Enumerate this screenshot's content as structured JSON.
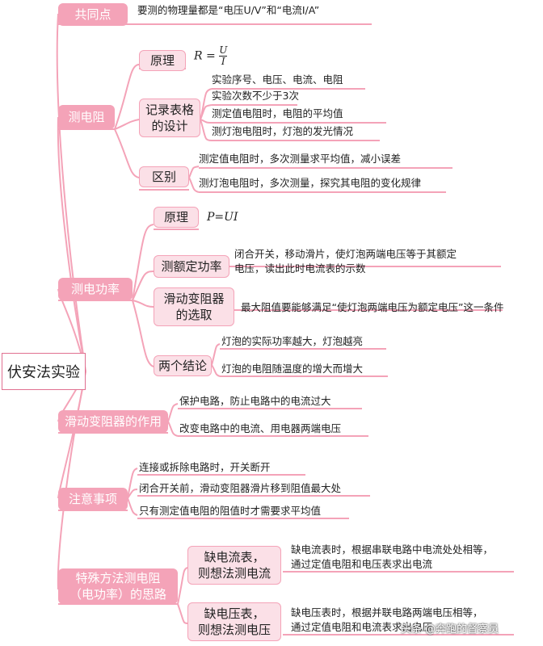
{
  "root": "伏安法实验",
  "sections": {
    "common": {
      "title": "共同点",
      "leaf": "要测的物理量都是“电压U/V”和“电流I/A”"
    },
    "resistance": {
      "title": "测电阻",
      "principle": {
        "title": "原理",
        "formula": "R = U / I"
      },
      "table": {
        "title": "记录表格\n的设计",
        "items": [
          "实验序号、电压、电流、电阻",
          "实验次数不少于3次",
          "测定值电阻时，电阻的平均值",
          "测灯泡电阻时，灯泡的发光情况"
        ]
      },
      "difference": {
        "title": "区别",
        "items": [
          "测定值电阻时，多次测量求平均值，减小误差",
          "测灯泡电阻时，多次测量，探究其电阻的变化规律"
        ]
      }
    },
    "power": {
      "title": "测电功率",
      "principle": {
        "title": "原理",
        "formula": "P=UI"
      },
      "rated": {
        "title": "测额定功率",
        "leaf": "闭合开关，移动滑片，使灯泡两端电压等于其额定\n电压，读出此时电流表的示数"
      },
      "rheostat_choice": {
        "title": "滑动变阻器\n的选取",
        "leaf": "最大阻值要能够满足“使灯泡两端电压为额定电压”这一条件"
      },
      "conclusions": {
        "title": "两个结论",
        "items": [
          "灯泡的实际功率越大，灯泡越亮",
          "灯泡的电阻随温度的增大而增大"
        ]
      }
    },
    "rheostat": {
      "title": "滑动变阻器的作用",
      "items": [
        "保护电路，防止电路中的电流过大",
        "改变电路中的电流、用电器两端电压"
      ]
    },
    "notes": {
      "title": "注意事项",
      "items": [
        "连接或拆除电路时，开关断开",
        "闭合开关前，滑动变阻器滑片移到阻值最大处",
        "只有测定值电阻的阻值时才需要求平均值"
      ]
    },
    "special": {
      "title": "特殊方法测电阻\n（电功率）的思路",
      "no_ammeter": {
        "title": "缺电流表，\n则想法测电流",
        "leaf": "缺电流表时，根据串联电路中电流处处相等，\n通过定值电阻和电压表求出电流"
      },
      "no_voltmeter": {
        "title": "缺电压表，\n则想法测电压",
        "leaf": "缺电压表时，根据并联电路两端电压相等，\n通过定值电阻和电流表求出电压"
      }
    }
  },
  "watermark": "头条 @奔跑的督察员",
  "colors": {
    "line": "#f4a3b8",
    "box": "#f4a3b8",
    "box_light": "#fbe0e7"
  }
}
